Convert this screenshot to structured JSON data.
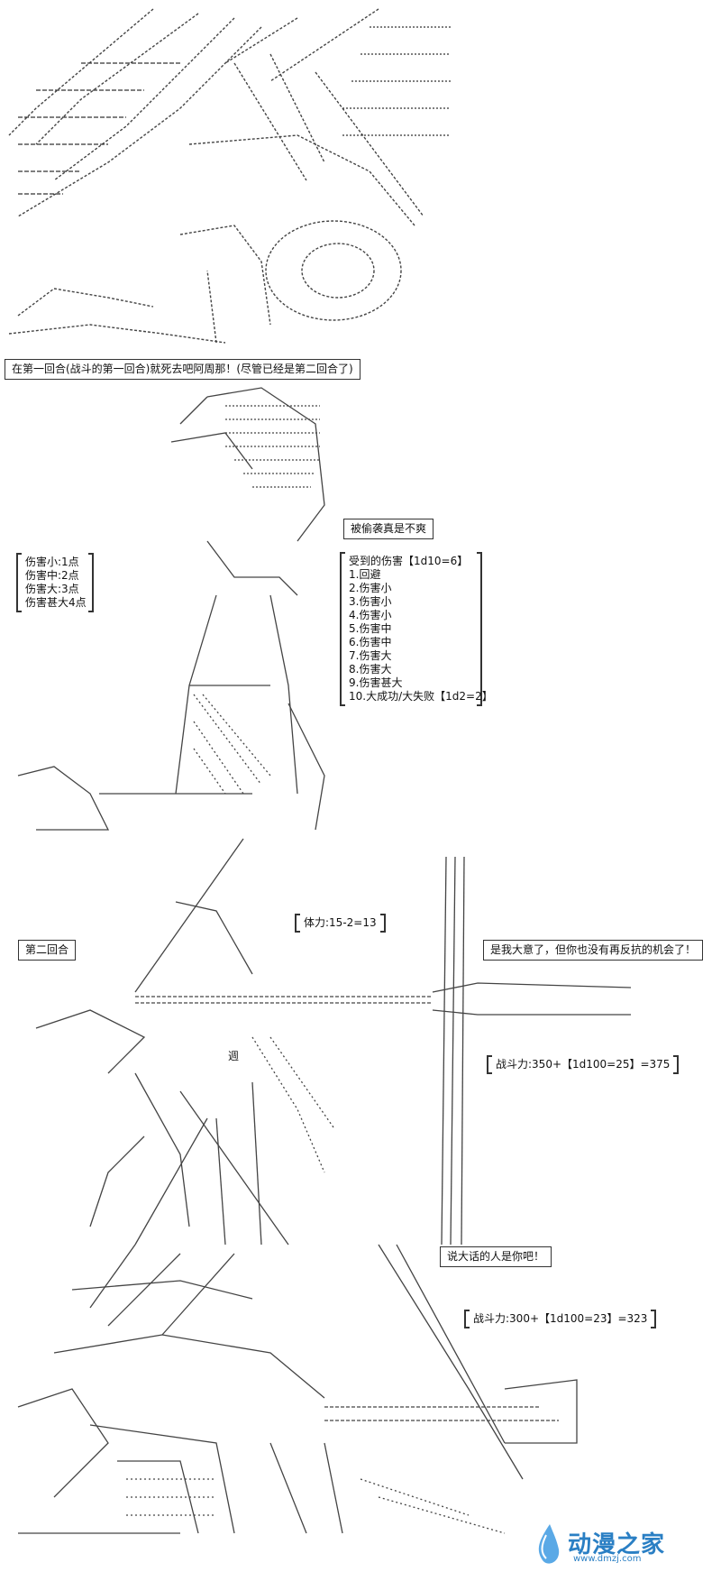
{
  "panel1": {
    "caption": "在第一回合(战斗的第一回合)就死去吧阿周那！(尽管已经是第二回合了)"
  },
  "panel2": {
    "thought": "被偷袭真是不爽",
    "damage_table": [
      "伤害小:1点",
      "伤害中:2点",
      "伤害大:3点",
      "伤害甚大4点"
    ],
    "roll_title": "受到的伤害【1d10=6】",
    "roll_list": [
      "1.回避",
      "2.伤害小",
      "3.伤害小",
      "4.伤害小",
      "5.伤害中",
      "6.伤害中",
      "7.伤害大",
      "8.伤害大",
      "9.伤害甚大",
      "10.大成功/大失败【1d2=2】"
    ]
  },
  "panel3": {
    "round": "第二回合",
    "hp": "体力:15-2=13",
    "speech": "是我大意了，但你也没有再反抗的机会了！",
    "power": "战斗力:350+【1d100=25】=375",
    "arrow_mark": "週"
  },
  "panel4": {
    "speech": "说大话的人是你吧！",
    "power": "战斗力:300+【1d100=23】=323"
  },
  "watermark": {
    "name": "动漫之家",
    "url": "www.dmzj.com",
    "color": "#2a7fc4"
  }
}
